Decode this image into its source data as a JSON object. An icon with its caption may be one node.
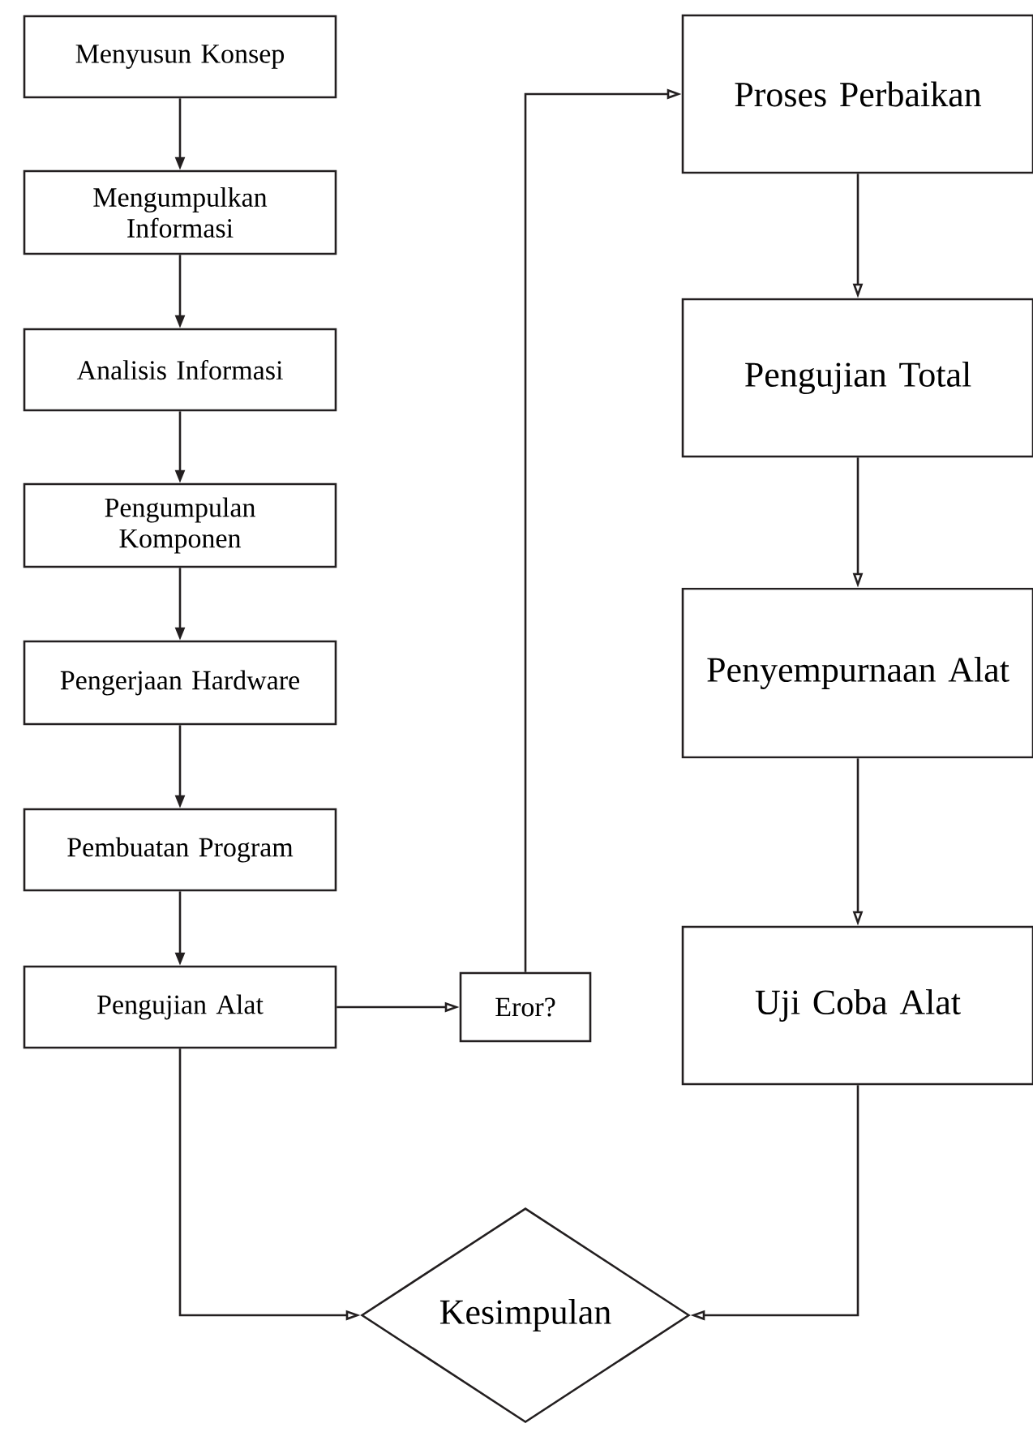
{
  "diagram": {
    "nodes": [
      {
        "text": [
          "Menyusun Konsep"
        ]
      },
      {
        "text": [
          "Mengumpulkan Informasi"
        ]
      },
      {
        "text": [
          "Analisis Informasi"
        ]
      },
      {
        "text": [
          "Pengumpulan Komponen"
        ]
      },
      {
        "text": [
          "Pengerjaan Hardware"
        ]
      },
      {
        "text": [
          "Pembuatan Program"
        ]
      },
      {
        "text": [
          "Pengujian Alat"
        ]
      },
      {
        "text": [
          "Eror?"
        ]
      },
      {
        "text": [
          "Proses Perbaikan"
        ]
      },
      {
        "text": [
          "Pengujian Total"
        ]
      },
      {
        "text": [
          "Penyempurnaan Alat"
        ]
      },
      {
        "text": [
          "Uji Coba Alat"
        ]
      },
      {
        "text": [
          "Kesimpulan"
        ]
      }
    ],
    "edges": [
      {
        "from": 0,
        "to": 1,
        "arrow": "to"
      },
      {
        "from": 1,
        "to": 2,
        "arrow": "to"
      },
      {
        "from": 2,
        "to": 3,
        "arrow": "to"
      },
      {
        "from": 3,
        "to": 4,
        "arrow": "to"
      },
      {
        "from": 4,
        "to": 5,
        "arrow": "to"
      },
      {
        "from": 5,
        "to": 6,
        "arrow": "to"
      },
      {
        "from": 6,
        "to": 7,
        "arrow": "to"
      },
      {
        "from": 7,
        "to": 8,
        "arrow": "to"
      },
      {
        "from": 8,
        "to": 9,
        "arrow": "to"
      },
      {
        "from": 9,
        "to": 10,
        "arrow": "to"
      },
      {
        "from": 10,
        "to": 11,
        "arrow": "to"
      },
      {
        "from": 6,
        "to": 12,
        "arrow": "to"
      },
      {
        "from": 11,
        "to": 12,
        "arrow": "to"
      }
    ]
  }
}
